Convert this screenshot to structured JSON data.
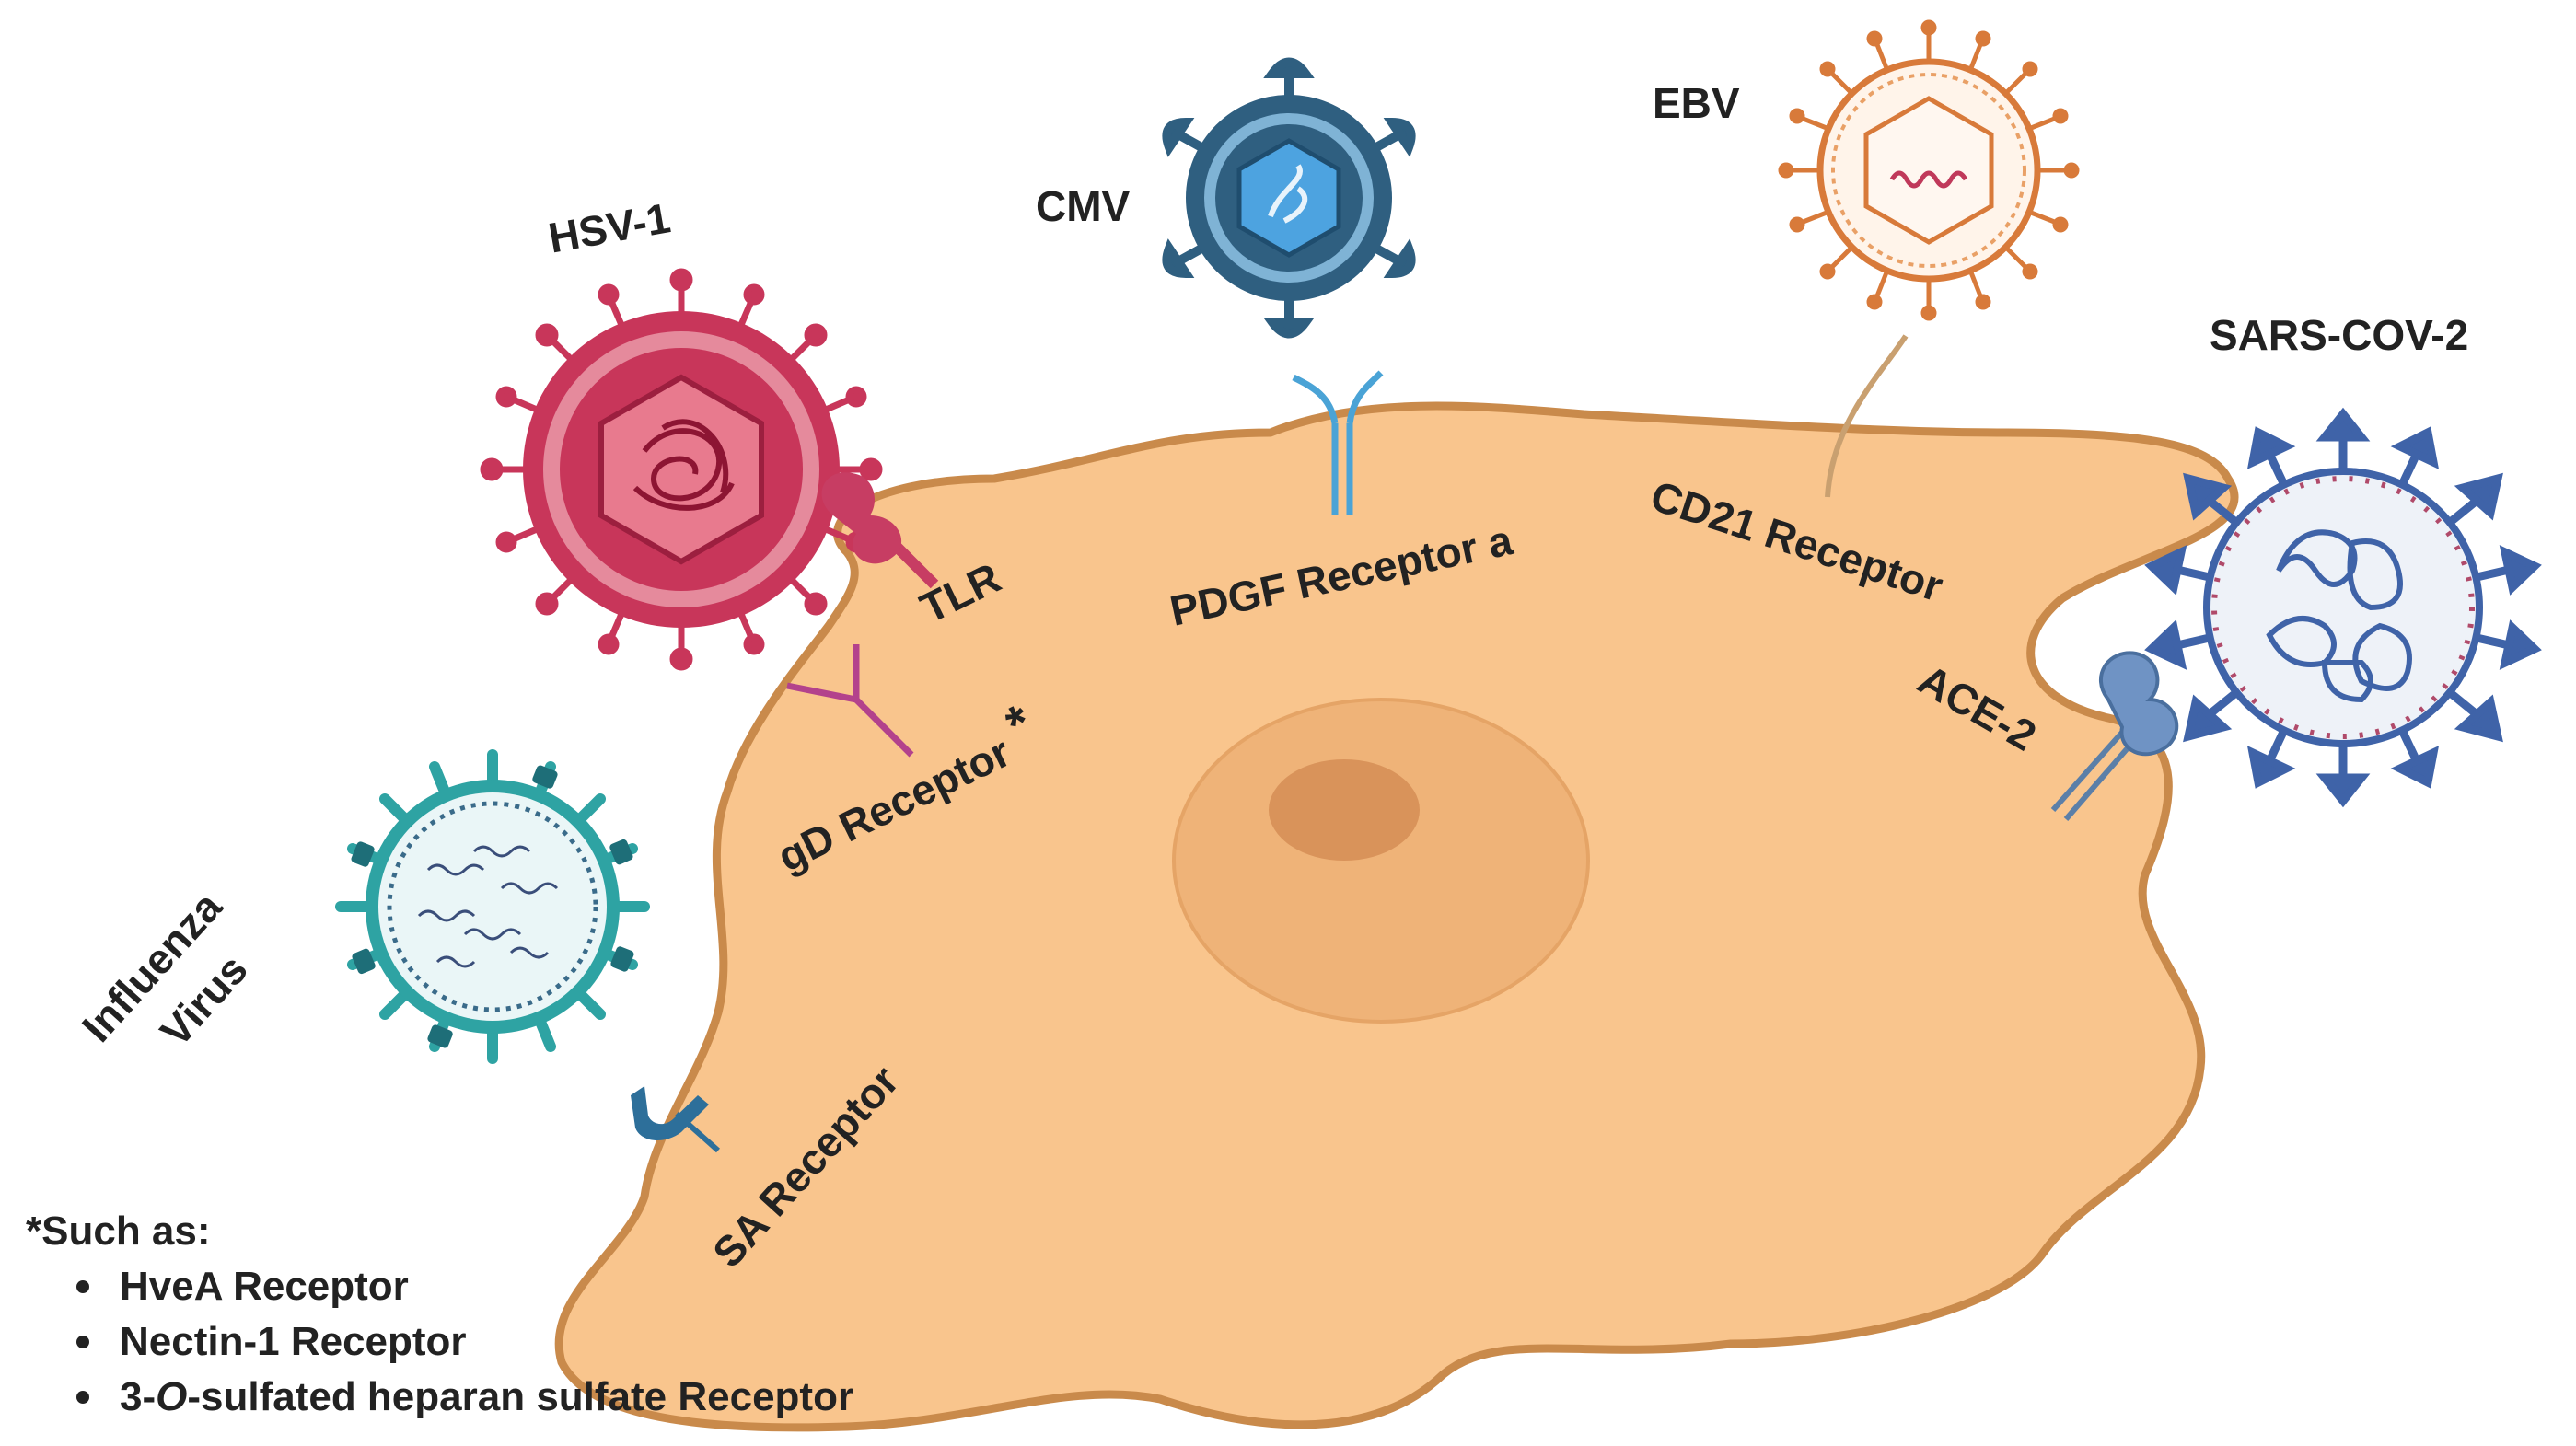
{
  "viruses": {
    "hsv1": "HSV-1",
    "cmv": "CMV",
    "ebv": "EBV",
    "sars": "SARS-COV-2",
    "influenza_line1": "Influenza",
    "influenza_line2": "Virus"
  },
  "receptors": {
    "tlr": "TLR",
    "gd": "gD Receptor",
    "gd_marker": "*",
    "pdgf": "PDGF Receptor a",
    "cd21": "CD21 Receptor",
    "ace2": "ACE-2",
    "sa": "SA Receptor"
  },
  "footnote": {
    "title": "*Such as:",
    "item1": "HveA Receptor",
    "item2": "Nectin-1 Receptor",
    "item3_prefix": "3-",
    "item3_italic": "O",
    "item3_suffix": "-sulfated heparan sulfate Receptor"
  },
  "colors": {
    "cell_fill": "#f9c58d",
    "cell_stroke": "#c98a4b",
    "nucleus": "#efb378",
    "nucleolus": "#d9935a",
    "hsv": "#c8365a",
    "cmv": "#2f5f80",
    "ebv": "#d87a3a",
    "sars": "#3f63a8",
    "influenza": "#2ea3a3"
  }
}
